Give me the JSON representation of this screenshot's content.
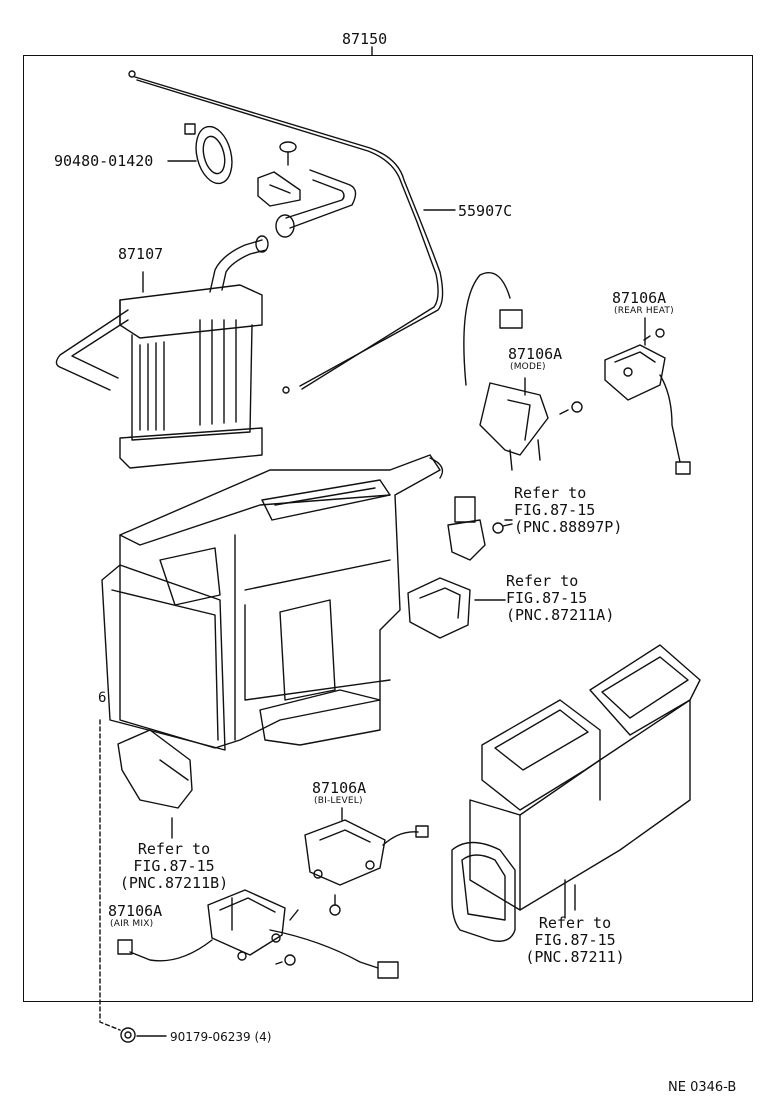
{
  "assembly": {
    "part_no": "87150"
  },
  "labels": {
    "grommet": "90480-01420",
    "cable": "55907C",
    "heater_core": "87107",
    "servo_rear_heat": {
      "part_no": "87106A",
      "note": "(REAR HEAT)"
    },
    "servo_mode": {
      "part_no": "87106A",
      "note": "(MODE)"
    },
    "servo_bi_level": {
      "part_no": "87106A",
      "note": "(BI-LEVEL)"
    },
    "servo_air_mix": {
      "part_no": "87106A",
      "note": "(AIR MIX)"
    },
    "clip": "90179-06239 (4)"
  },
  "references": [
    {
      "line1": "Refer to",
      "line2": "FIG.87-15",
      "line3": "(PNC.88897P)"
    },
    {
      "line1": "Refer to",
      "line2": "FIG.87-15",
      "line3": "(PNC.87211A)"
    },
    {
      "line1": "Refer to",
      "line2": "FIG.87-15",
      "line3": "(PNC.87211B)"
    },
    {
      "line1": "Refer to",
      "line2": "FIG.87-15",
      "line3": "(PNC.87211)"
    }
  ],
  "footer": {
    "code": "NE 0346-B"
  },
  "callout_letter": "6"
}
